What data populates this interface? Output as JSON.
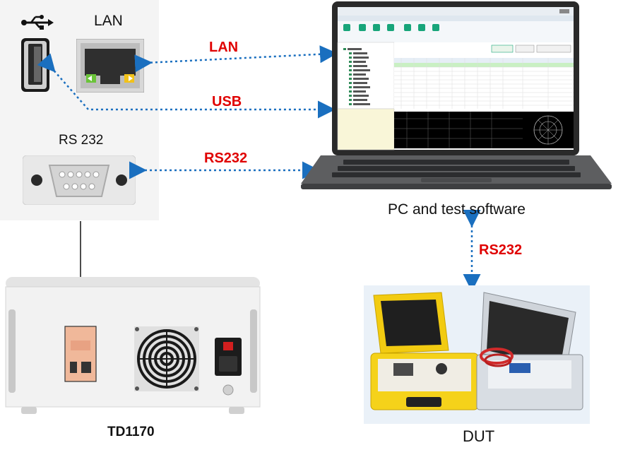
{
  "port_panel": {
    "lan_label": "LAN",
    "rs232_label": "RS 232",
    "usb_symbol": "usb-icon"
  },
  "links": {
    "lan": "LAN",
    "usb": "USB",
    "rs232_top": "RS232",
    "rs232_side": "RS232"
  },
  "captions": {
    "pc": "PC and test software",
    "device": "TD1170",
    "dut": "DUT"
  },
  "colors": {
    "link_line": "#1a6fbf",
    "link_label": "#e00000"
  }
}
